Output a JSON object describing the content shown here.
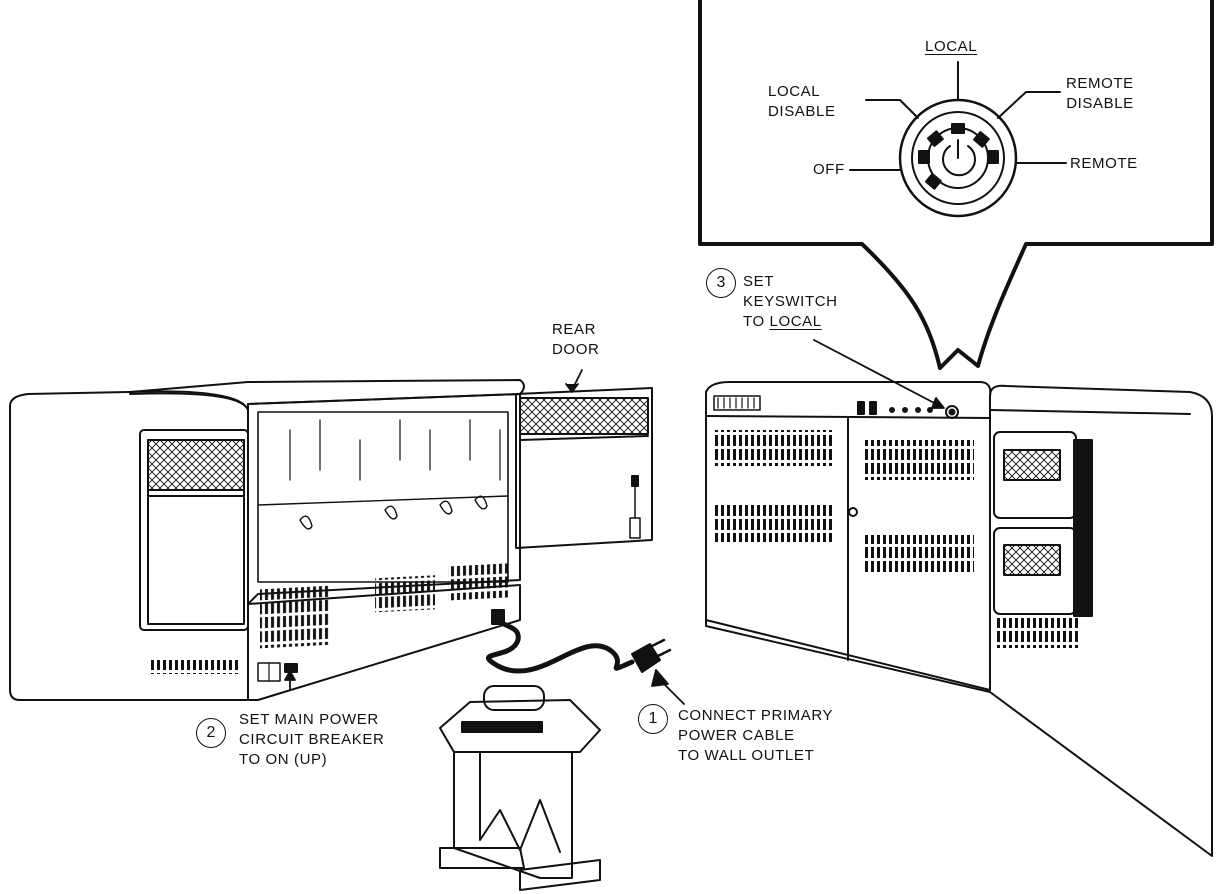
{
  "keyswitch": {
    "positions": {
      "local": "LOCAL",
      "local_disable": [
        "LOCAL",
        "DISABLE"
      ],
      "remote_disable": [
        "REMOTE",
        "DISABLE"
      ],
      "off": "OFF",
      "remote": "REMOTE"
    }
  },
  "steps": [
    {
      "number": "1",
      "lines": [
        "CONNECT PRIMARY",
        "POWER CABLE",
        "TO WALL OUTLET"
      ]
    },
    {
      "number": "2",
      "lines": [
        "SET MAIN POWER",
        "CIRCUIT BREAKER",
        "TO ON (UP)"
      ]
    },
    {
      "number": "3",
      "lines": [
        "SET",
        "KEYSWITCH",
        "TO "
      ],
      "emphasis": "LOCAL"
    }
  ],
  "callouts": {
    "rear_door": [
      "REAR",
      "DOOR"
    ]
  }
}
